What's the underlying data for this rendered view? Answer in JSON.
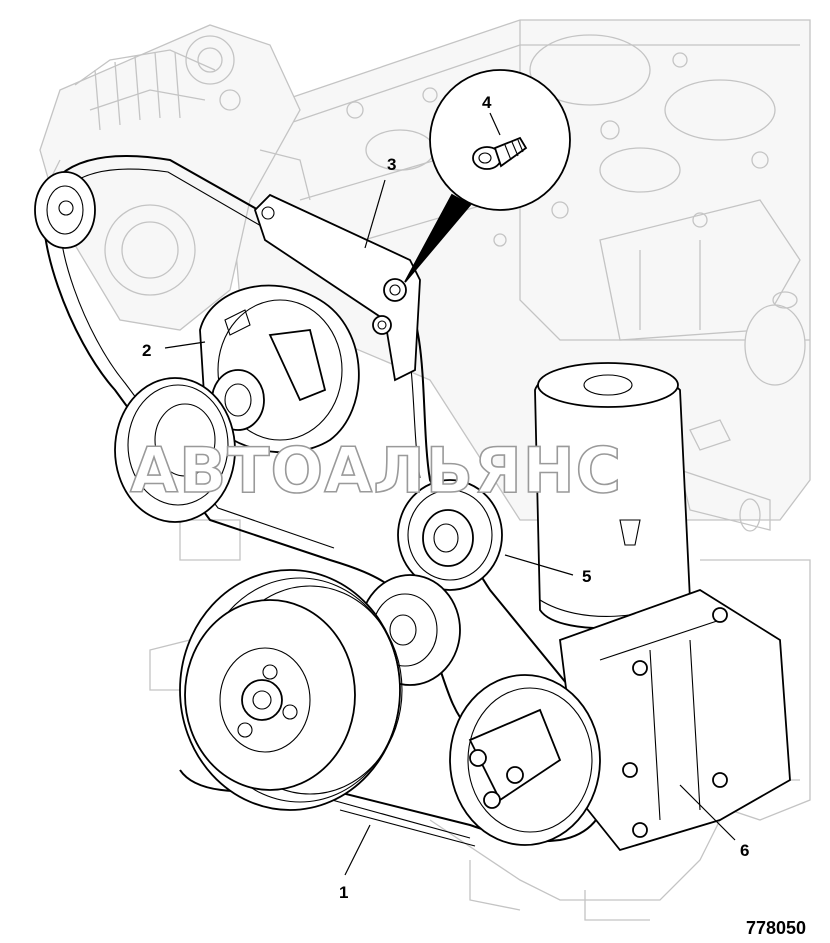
{
  "diagram": {
    "callouts": [
      {
        "id": "1",
        "label": "1"
      },
      {
        "id": "2",
        "label": "2"
      },
      {
        "id": "3",
        "label": "3"
      },
      {
        "id": "4",
        "label": "4"
      },
      {
        "id": "5",
        "label": "5"
      },
      {
        "id": "6",
        "label": "6"
      }
    ],
    "figure_number": "778050",
    "watermark": "АВТОАЛЬЯНС"
  }
}
